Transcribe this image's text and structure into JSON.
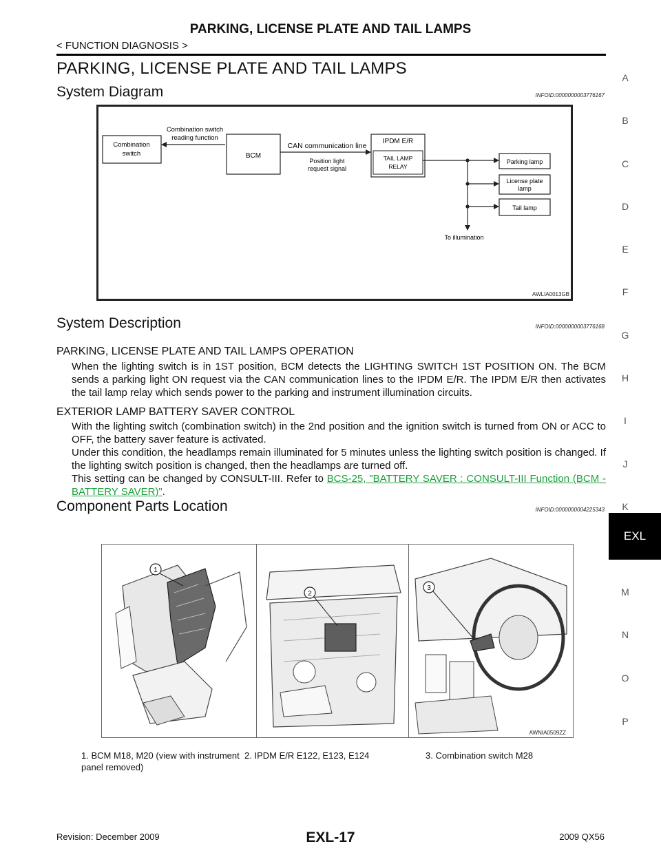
{
  "header": {
    "title": "PARKING, LICENSE PLATE AND TAIL LAMPS",
    "breadcrumb": "< FUNCTION DIAGNOSIS >"
  },
  "section_title": "PARKING, LICENSE PLATE AND TAIL LAMPS",
  "system_diagram": {
    "heading": "System Diagram",
    "infoid": "INFOID:0000000003776167",
    "labels": {
      "combination_switch": "Combination switch",
      "reading_function": "Combination switch reading function",
      "bcm": "BCM",
      "can_line": "CAN communication line",
      "position_light": "Position light request signal",
      "ipdm": "IPDM E/R",
      "tail_lamp_relay": "TAIL LAMP RELAY",
      "parking_lamp": "Parking lamp",
      "license_plate_lamp": "License plate lamp",
      "tail_lamp": "Tail lamp",
      "to_illumination": "To illumination"
    },
    "figure_code": "AWLIA0013GB"
  },
  "system_description": {
    "heading": "System Description",
    "infoid": "INFOID:0000000003776168",
    "sub1": {
      "title": "PARKING, LICENSE PLATE AND TAIL LAMPS OPERATION",
      "text": "When the lighting switch is in 1ST position, BCM detects the LIGHTING SWITCH 1ST POSITION ON. The BCM sends a parking light ON request via the CAN communication lines to the IPDM E/R. The IPDM E/R then activates the tail lamp relay which sends power to the parking and instrument illumination circuits."
    },
    "sub2": {
      "title": "EXTERIOR LAMP BATTERY SAVER CONTROL",
      "p1": "With the lighting switch (combination switch) in the 2nd position and the ignition switch is turned from ON or ACC to OFF, the battery saver feature is activated.",
      "p2": "Under this condition, the headlamps remain illuminated for 5 minutes unless the lighting switch position is changed.  If the lighting switch position is changed, then the headlamps are turned off.",
      "p3_prefix": "This setting can be changed by CONSULT-III. Refer to ",
      "p3_link": "BCS-25, \"BATTERY SAVER : CONSULT-III Function (BCM - BATTERY SAVER)\"",
      "p3_suffix": "."
    }
  },
  "component_parts": {
    "heading": "Component Parts Location",
    "infoid": "INFOID:0000000004225343",
    "callouts": [
      "1",
      "2",
      "3"
    ],
    "figure_code": "AWNIA0509ZZ",
    "captions": [
      "1.   BCM M18, M20 (view with instrument panel removed)",
      "2.   IPDM E/R E122, E123, E124",
      "3.   Combination switch M28"
    ]
  },
  "side_index": [
    "A",
    "B",
    "C",
    "D",
    "E",
    "F",
    "G",
    "H",
    "I",
    "J",
    "K",
    "EXL",
    "M",
    "N",
    "O",
    "P"
  ],
  "footer": {
    "revision": "Revision: December 2009",
    "page": "EXL-17",
    "model": "2009 QX56"
  }
}
